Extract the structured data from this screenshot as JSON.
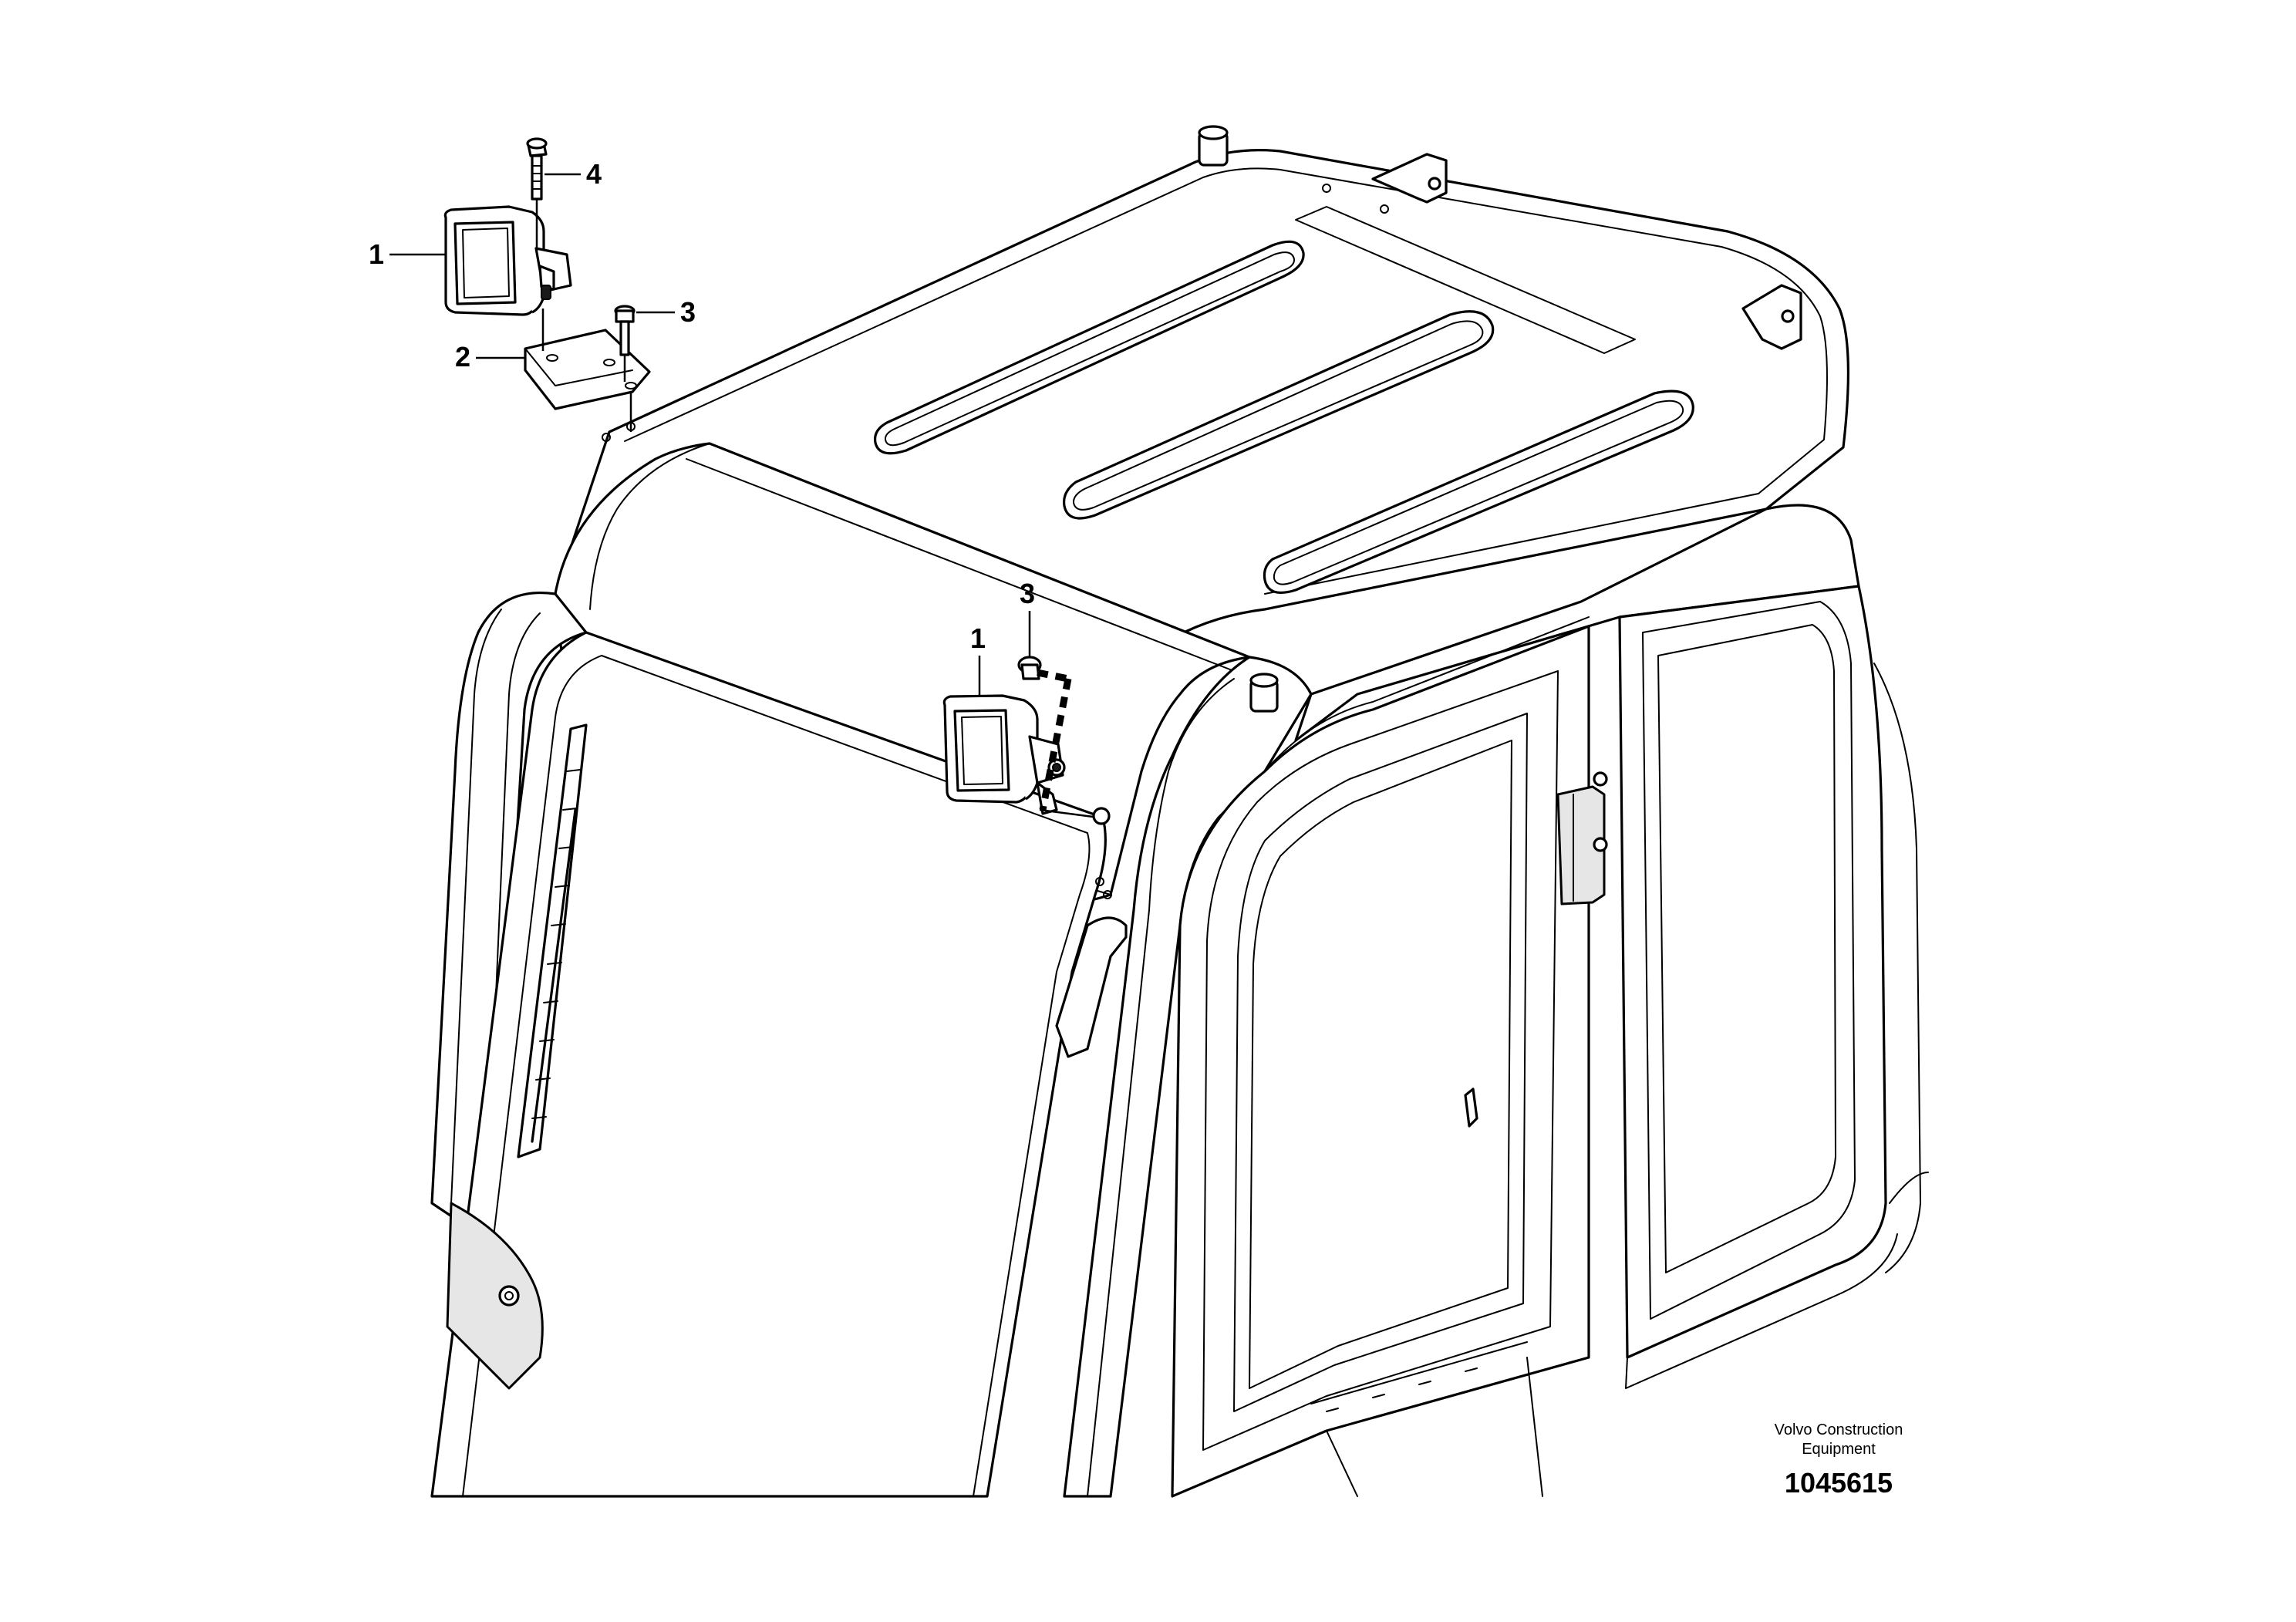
{
  "callouts": [
    {
      "id": "c1-top",
      "label": "1"
    },
    {
      "id": "c2",
      "label": "2"
    },
    {
      "id": "c3-top",
      "label": "3"
    },
    {
      "id": "c4",
      "label": "4"
    },
    {
      "id": "c1-mid",
      "label": "1"
    },
    {
      "id": "c3-mid",
      "label": "3"
    }
  ],
  "footer": {
    "brand_line1": "Volvo Construction",
    "brand_line2": "Equipment",
    "figure_number": "1045615"
  }
}
